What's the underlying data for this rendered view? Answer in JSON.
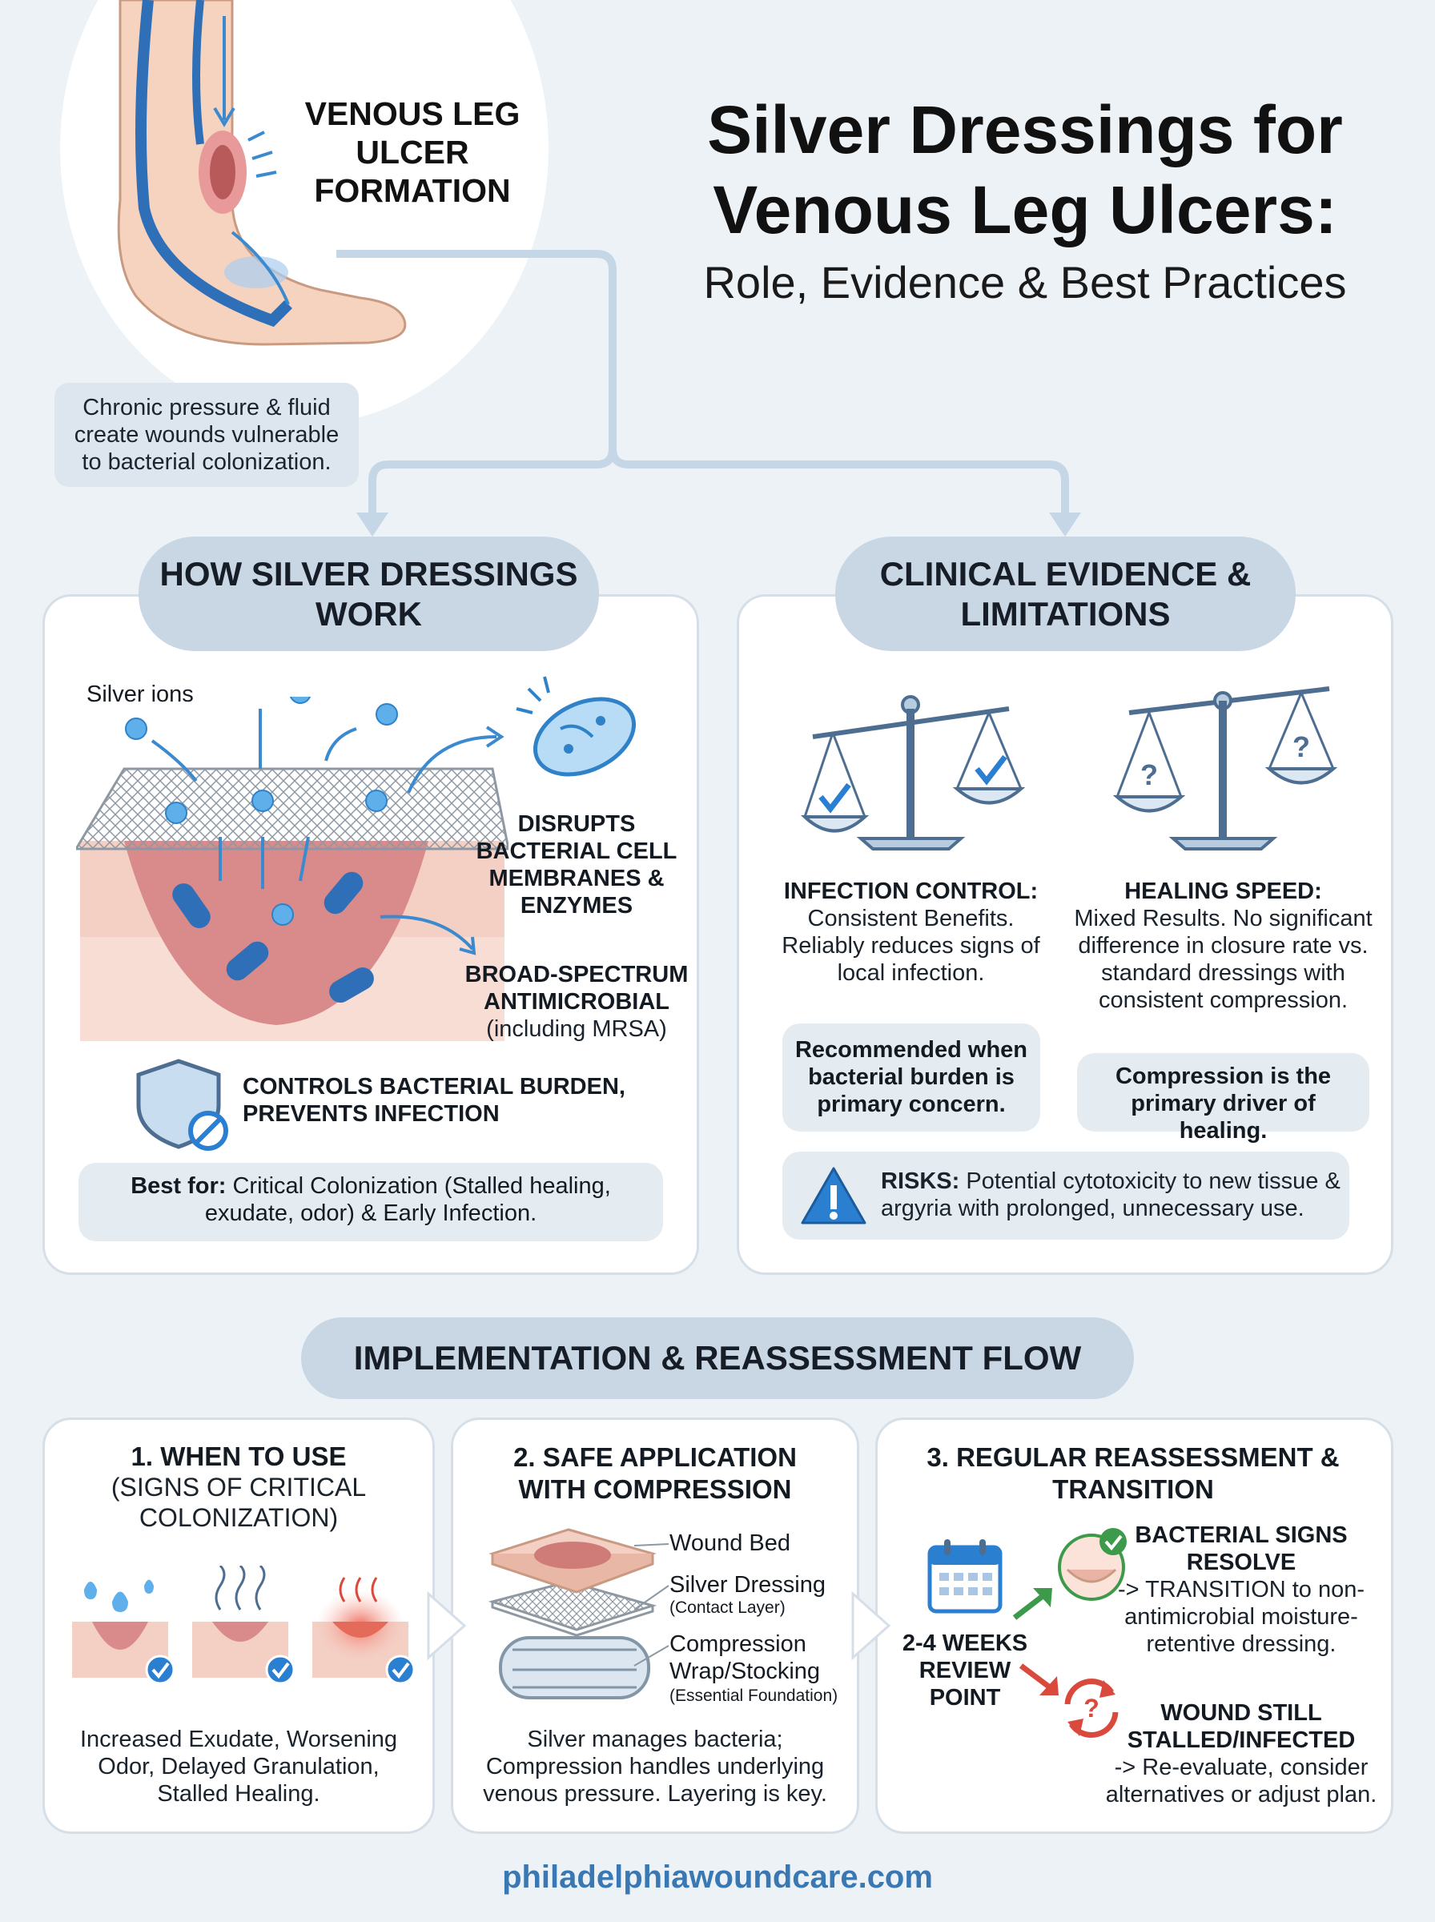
{
  "hero": {
    "label": "VENOUS LEG ULCER FORMATION",
    "note": "Chronic pressure & fluid create wounds vulnerable to bacterial colonization."
  },
  "header": {
    "title": "Silver Dressings for Venous Leg Ulcers:",
    "subtitle": "Role, Evidence & Best Practices"
  },
  "how": {
    "heading": "HOW SILVER DRESSINGS WORK",
    "silver_ions": "Silver ions",
    "disrupts": "DISRUPTS BACTERIAL CELL MEMBRANES & ENZYMES",
    "broad_title": "BROAD-SPECTRUM ANTIMICROBIAL",
    "broad_sub": "(including MRSA)",
    "controls": "CONTROLS BACTERIAL BURDEN, PREVENTS INFECTION",
    "best_label": "Best for:",
    "best_text": "Critical Colonization (Stalled healing, exudate, odor) & Early Infection."
  },
  "evidence": {
    "heading": "CLINICAL EVIDENCE & LIMITATIONS",
    "infection_title": "INFECTION CONTROL:",
    "infection_text": "Consistent Benefits. Reliably reduces signs of local infection.",
    "infection_box": "Recommended when bacterial burden is primary concern.",
    "healing_title": "HEALING SPEED:",
    "healing_text": "Mixed Results. No significant difference in closure rate vs. standard dressings with consistent compression.",
    "healing_box": "Compression is the primary driver of healing.",
    "risks_label": "RISKS:",
    "risks_text": "Potential cytotoxicity to new tissue & argyria with prolonged, unnecessary use."
  },
  "flow": {
    "heading": "IMPLEMENTATION & REASSESSMENT FLOW",
    "step1": {
      "title": "1. WHEN TO USE",
      "subtitle": "(SIGNS OF CRITICAL COLONIZATION)",
      "text": "Increased Exudate, Worsening Odor, Delayed Granulation, Stalled Healing."
    },
    "step2": {
      "title": "2. SAFE APPLICATION WITH COMPRESSION",
      "layer1": "Wound Bed",
      "layer2": "Silver Dressing",
      "layer2_sub": "(Contact Layer)",
      "layer3": "Compression Wrap/Stocking",
      "layer3_sub": "(Essential Foundation)",
      "text": "Silver manages bacteria; Compression handles underlying venous pressure. Layering is key."
    },
    "step3": {
      "title": "3. REGULAR REASSESSMENT & TRANSITION",
      "review": "2-4 WEEKS REVIEW POINT",
      "resolve_title": "BACTERIAL SIGNS RESOLVE",
      "resolve_text": "-> TRANSITION to non-antimicrobial moisture-retentive dressing.",
      "stalled_title": "WOUND STILL STALLED/INFECTED",
      "stalled_text": "-> Re-evaluate, consider alternatives or adjust plan."
    }
  },
  "footer": {
    "url": "philadelphiawoundcare.com"
  },
  "colors": {
    "accent_blue": "#3a78b4",
    "pill": "#c9d7e5",
    "background": "#edf2f7",
    "warning_red": "#d94a3d",
    "check_blue": "#2b7fd0"
  }
}
